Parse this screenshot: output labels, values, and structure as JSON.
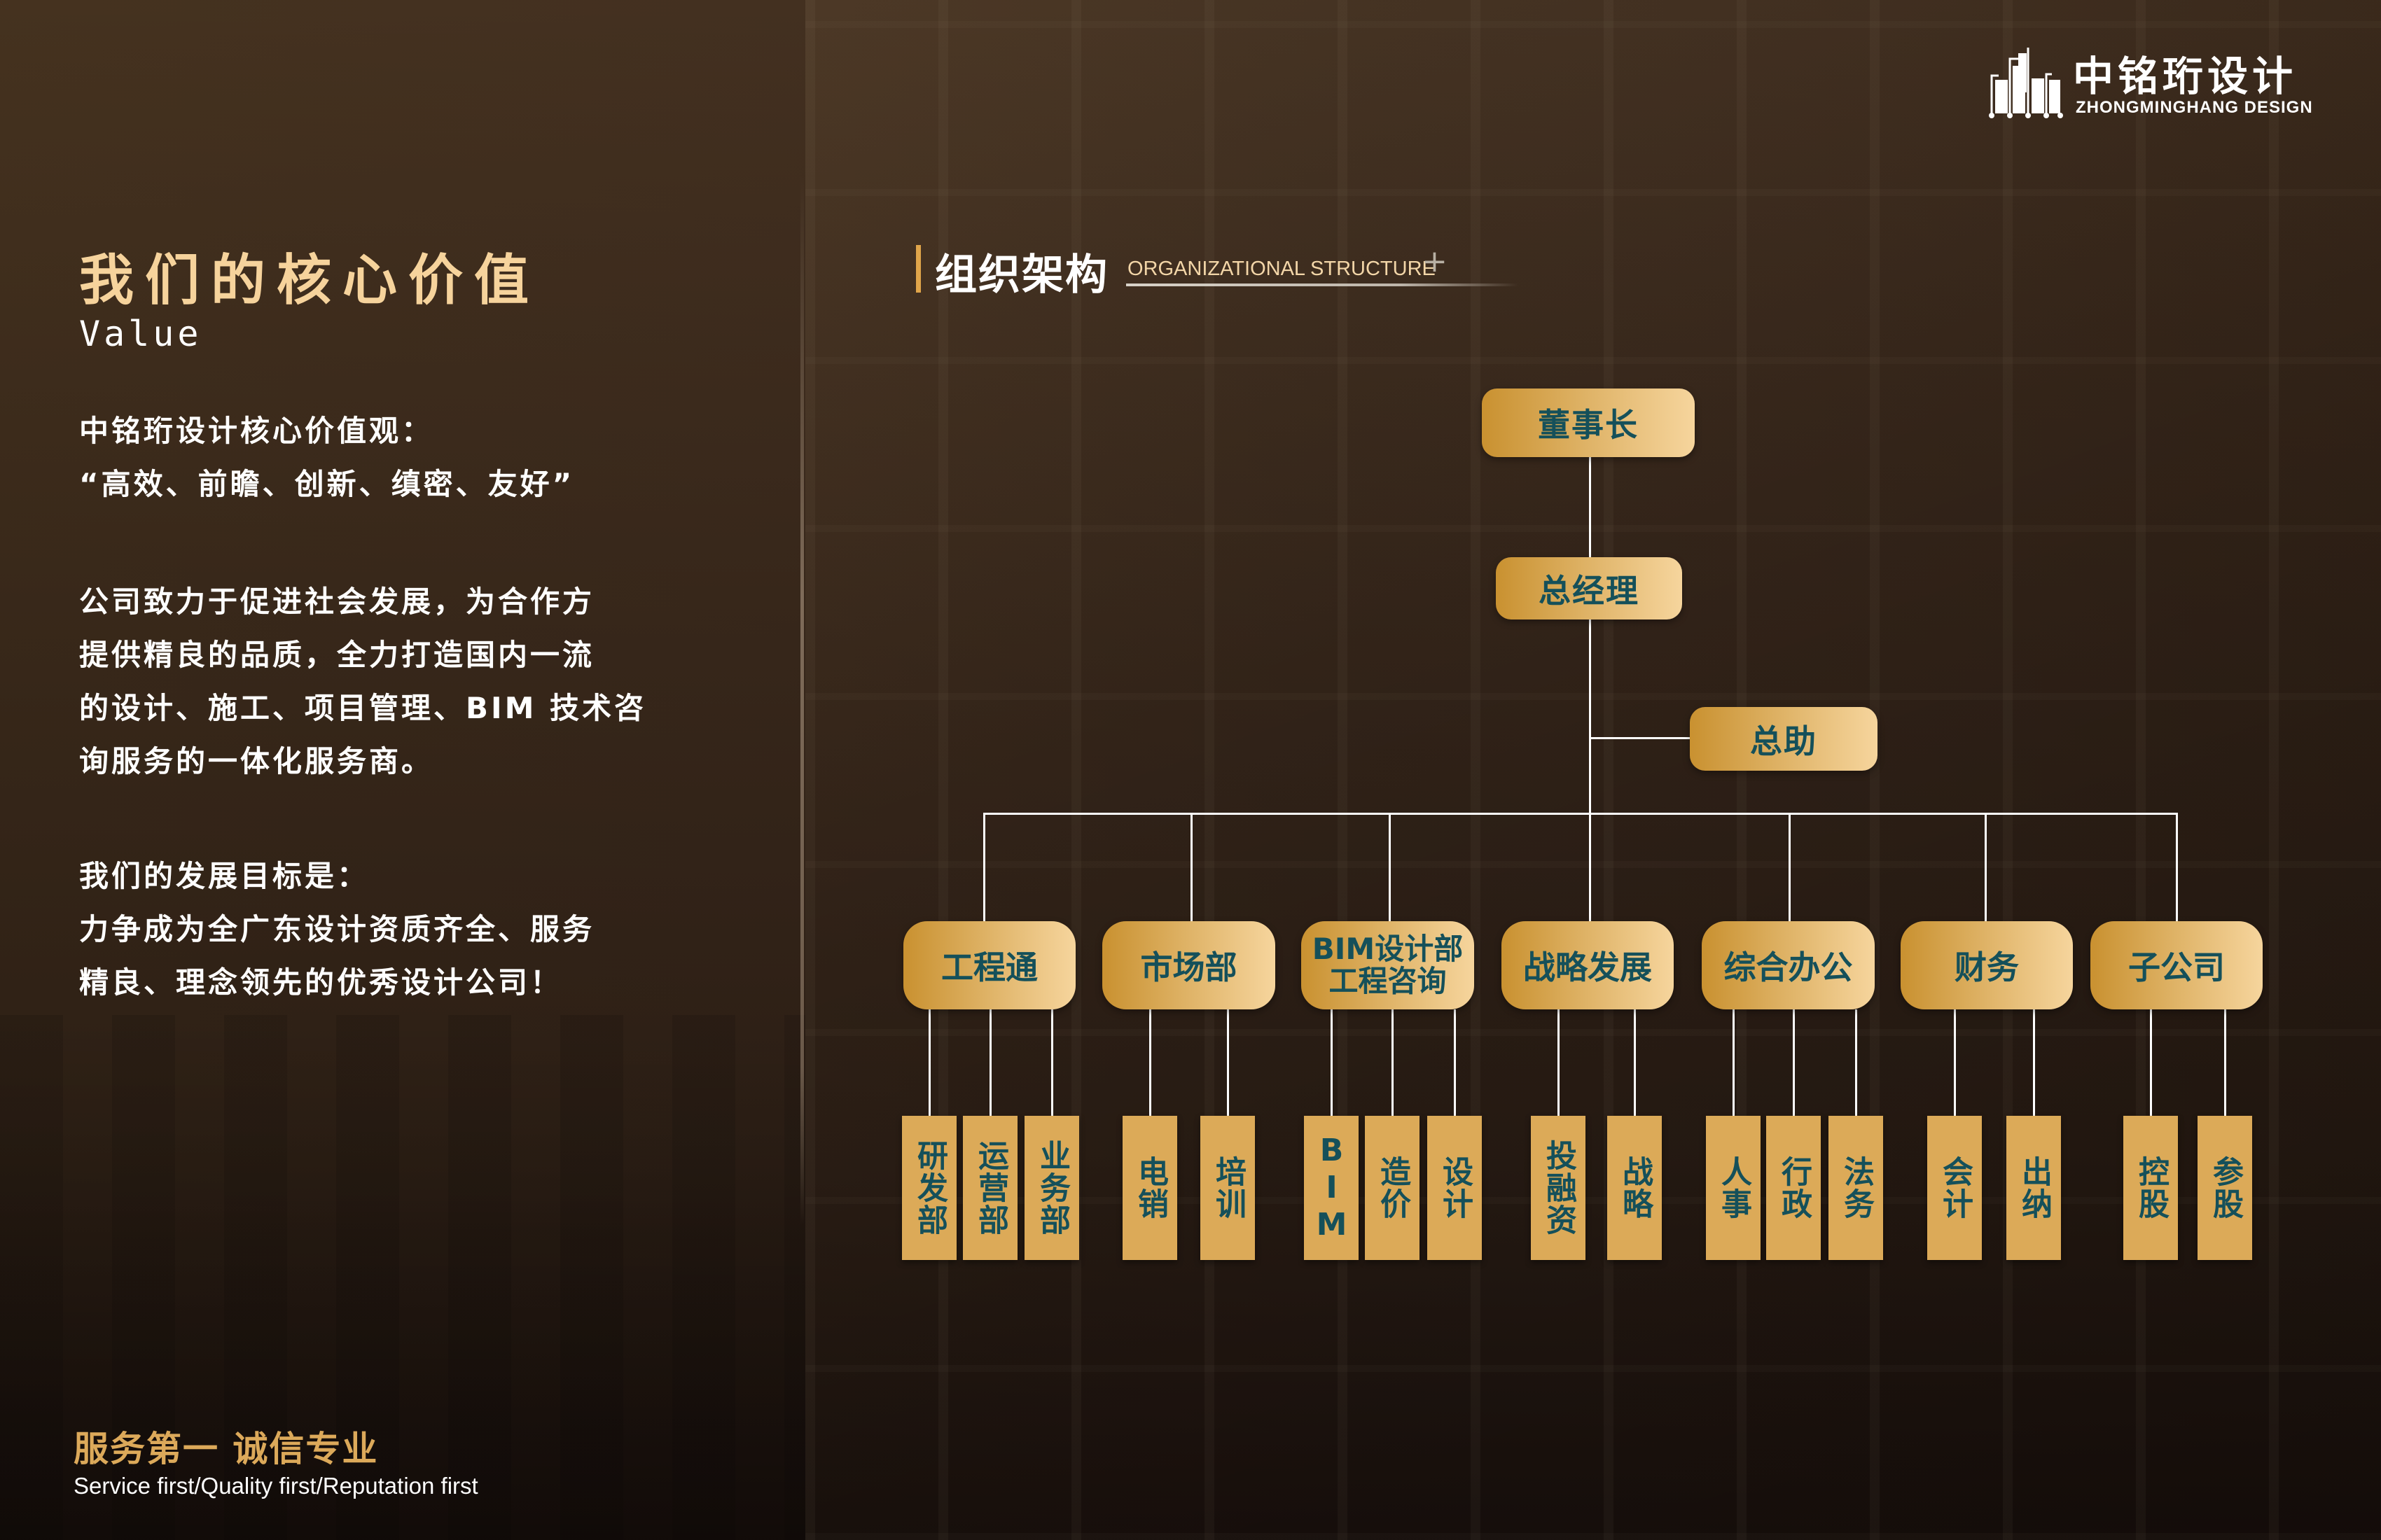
{
  "brand": {
    "name_cn": "中铭珩设计",
    "name_en": "ZHONGMINGHANG DESIGN",
    "logo_icon": "building-bars-icon"
  },
  "colors": {
    "gold_title": "#f6d39c",
    "gold_accent": "#dca95a",
    "node_gradient_start": "#c99130",
    "node_gradient_end": "#f6d59d",
    "sub_unit": "#dcaa58",
    "node_text": "#15505a",
    "background": "#3a2a1c"
  },
  "left": {
    "title": "我们的核心价值",
    "subtitle": "Value",
    "values_heading": "中铭珩设计核心价值观：",
    "values_list": "“高效、前瞻、创新、缜密、友好”",
    "mission_lines": [
      "公司致力于促进社会发展，为合作方",
      "提供精良的品质，全力打造国内一流",
      "的设计、施工、项目管理、BIM 技术咨",
      "询服务的一体化服务商。"
    ],
    "goal_heading": "我们的发展目标是：",
    "goal_lines": [
      "力争成为全广东设计资质齐全、服务",
      "精良、理念领先的优秀设计公司！"
    ],
    "slogan_cn": "服务第一 诚信专业",
    "slogan_en": "Service first/Quality first/Reputation first"
  },
  "section": {
    "title": "组织架构",
    "title_en": "ORGANIZATIONAL STRUCTURE",
    "plus_icon": "plus-icon"
  },
  "org": {
    "chairman": "董事长",
    "general_manager": "总经理",
    "assistant": "总助",
    "departments": [
      {
        "name": "工程通",
        "units": [
          "研发部",
          "运营部",
          "业务部"
        ]
      },
      {
        "name": "市场部",
        "units": [
          "电销",
          "培训"
        ]
      },
      {
        "name_line1": "BIM设计部",
        "name_line2": "工程咨询",
        "units": [
          "BIM",
          "造价",
          "设计"
        ]
      },
      {
        "name": "战略发展",
        "units": [
          "投融资",
          "战略"
        ]
      },
      {
        "name": "综合办公",
        "units": [
          "人事",
          "行政",
          "法务"
        ]
      },
      {
        "name": "财务",
        "units": [
          "会计",
          "出纳"
        ]
      },
      {
        "name": "子公司",
        "units": [
          "控股",
          "参股"
        ]
      }
    ]
  }
}
